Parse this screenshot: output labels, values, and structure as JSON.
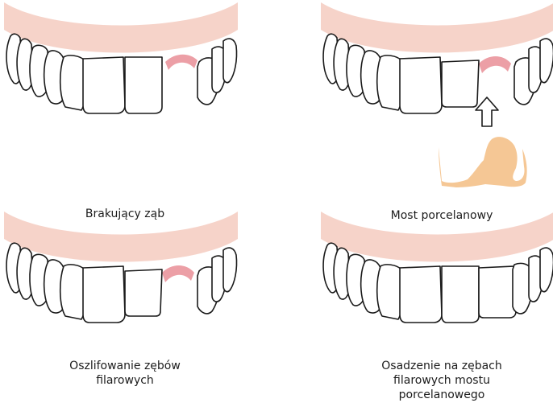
{
  "panels": [
    {
      "caption": [
        "Brakujący ząb"
      ]
    },
    {
      "caption": [
        "Most porcelanowy"
      ]
    },
    {
      "caption": [
        "Oszlifowanie zębów",
        "filarowych"
      ]
    },
    {
      "caption": [
        "Osadzenie na zębach",
        "filarowych mostu",
        "porcelanowego"
      ]
    }
  ],
  "colors": {
    "gum": "#f6d3c9",
    "gap_gum": "#ec9fa6",
    "tooth_fill": "#ffffff",
    "tooth_outline": "#1a1a1a",
    "bridge": "#f5c795"
  },
  "icons": [
    "up-arrow-icon"
  ]
}
